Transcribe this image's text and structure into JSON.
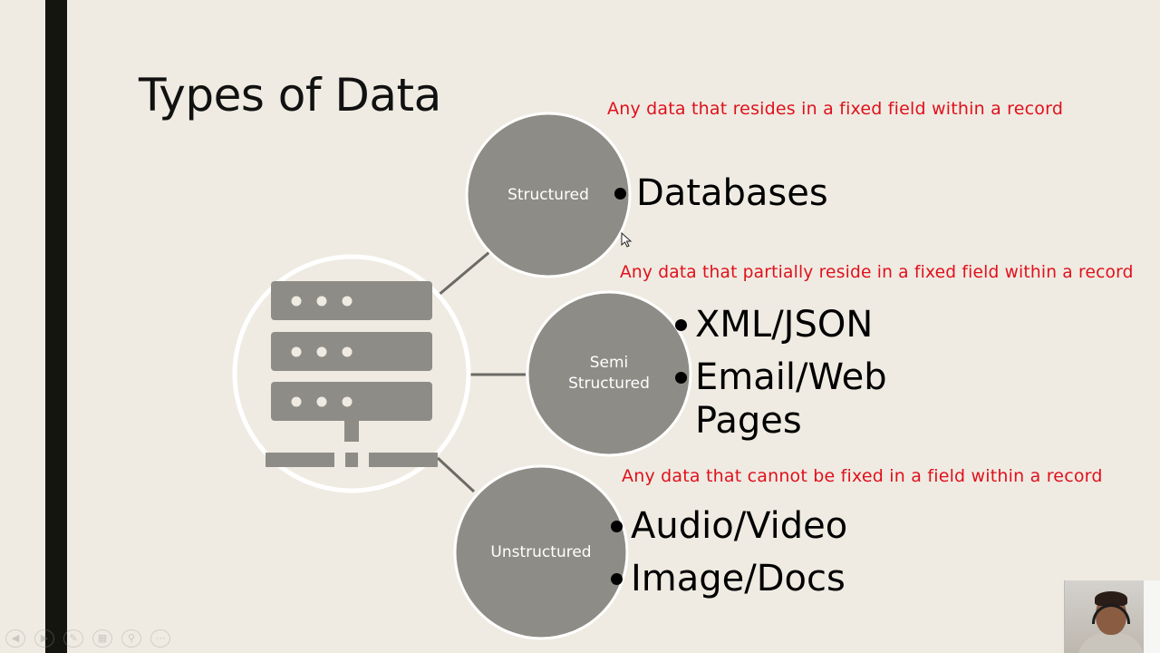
{
  "slide": {
    "title": "Types of Data"
  },
  "categories": [
    {
      "label": [
        "Structured"
      ],
      "definition": "Any data that resides in a fixed field within a record",
      "examples": [
        "Databases"
      ]
    },
    {
      "label": [
        "Semi",
        "Structured"
      ],
      "definition": "Any data that partially reside in a fixed field within a record",
      "examples": [
        "XML/JSON",
        "Email/Web",
        "Pages"
      ]
    },
    {
      "label": [
        "Unstructured"
      ],
      "definition": "Any data that cannot be fixed in a field within a record",
      "examples": [
        "Audio/Video",
        "Image/Docs"
      ]
    }
  ],
  "icons": {
    "center": "server-icon",
    "cursor": "mouse-cursor-icon"
  },
  "colors": {
    "background": "#efebe2",
    "accent_bar": "#15150f",
    "circle_fill": "#8e8c86",
    "definition_text": "#e0101c"
  }
}
